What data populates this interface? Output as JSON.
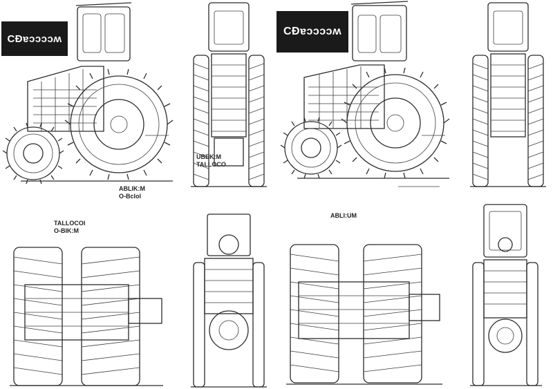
{
  "badges": {
    "top_left": "CĐɐɔɔɔɔʍ",
    "top_center": "CĐɐɔɔɔɔʍ"
  },
  "labels": {
    "wheel_label_a": [
      "ABLIK:M",
      "O-Bclol"
    ],
    "wheel_label_b": [
      "UBEK:M",
      "TALLOCO"
    ],
    "left_bottom_label": [
      "TALLOCOI",
      "O-BIK:M"
    ],
    "center_bottom_label": [
      "ABLI:UM"
    ]
  },
  "colors": {
    "line": "#2a2a2a",
    "badge_bg": "#1a1a1a",
    "badge_text": "#ffffff",
    "background": "#ffffff"
  },
  "views": [
    "side-view-top-left",
    "front-view-top",
    "side-view-top-right",
    "front-view-top-right",
    "rear-view-bottom-left",
    "front-view-bottom",
    "rear-view-bottom-right",
    "front-view-bottom-right"
  ]
}
